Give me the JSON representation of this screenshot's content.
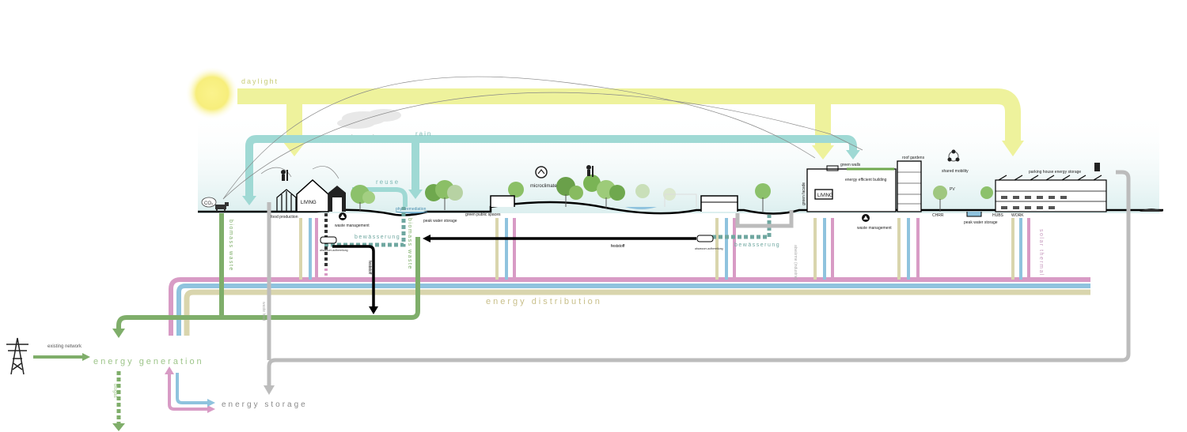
{
  "labels": {
    "daylight": "daylight",
    "rain": "rain",
    "reuse": "reuse",
    "microclimate": "microclimate",
    "food_production": "food production",
    "living": "LIVING",
    "living2": "LIVING",
    "waste_management_left": "waste management",
    "waste_management_right": "waste management",
    "phytoremediation": "phytoremediation",
    "peak_water_storage": "peak water storage",
    "peak_water_storage_right": "peak water storage",
    "green_public_spaces": "green public spaces",
    "bewaesserung_left": "bewässerung",
    "bewaesserung_right": "bewässerung",
    "abwasser_left": "abwasser-aufbereitung",
    "abwasser_right": "abwasser-aufbereitung",
    "biomass_waste_left": "biomass waste",
    "biomass_waste_mid": "biomass waste",
    "festst": "feststoff",
    "festst2": "feststoff",
    "green_walls": "green walls",
    "green_facade": "green facade",
    "roof_gardens": "roof gardens",
    "energy_efficient_building": "energy efficient building",
    "shared_mobility": "shared mobility",
    "pv": "PV",
    "chiller": "CHRR",
    "hubs": "HUBS",
    "work": "WORK",
    "parking_house": "parking house energy storage",
    "solar_thermal": "solar thermal",
    "energy_distribution": "energy distribution",
    "energy_generation": "energy generation",
    "energy_storage": "energy storage",
    "existing_network": "existing network",
    "co2": "CO₂",
    "biogas": "biogas",
    "abwaerme": "abwärme (industrie)",
    "waste_heat": "waste heat"
  },
  "colors": {
    "daylight": "#eef29c",
    "rain": "#9fd9d4",
    "green": "#7fae6a",
    "pink": "#d89bc5",
    "blue": "#8fc3de",
    "beige": "#d9d5ad",
    "grey": "#b8b8b8",
    "black": "#000000",
    "teal_dash": "#6fa7a0",
    "text_green": "#9ec58a",
    "text_grey": "#8a8a8a"
  }
}
